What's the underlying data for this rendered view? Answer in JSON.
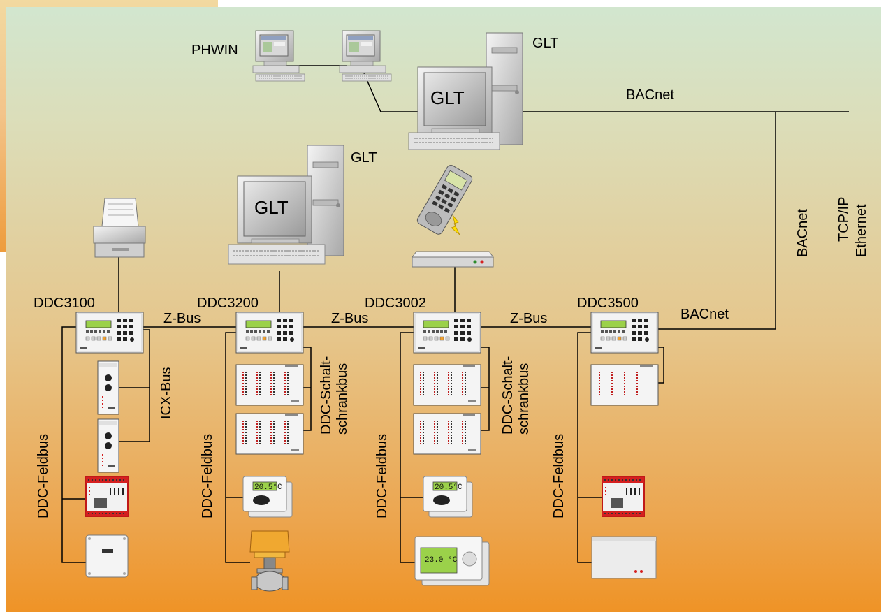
{
  "colors": {
    "accent": "#ef9326",
    "lcd": "#9bd14a",
    "alarm": "#d42020",
    "line": "#000000"
  },
  "labels": {
    "phwin": "PHWIN",
    "glt_top": "GLT",
    "glt_mid": "GLT",
    "glt_screen_top": "GLT",
    "glt_screen_mid": "GLT",
    "bacnet_top": "BACnet",
    "bacnet_vert": "BACnet",
    "tcpip": "TCP/IP",
    "ethernet": "Ethernet",
    "bacnet_ddc": "BACnet"
  },
  "controllers": [
    {
      "name": "DDC3100"
    },
    {
      "name": "DDC3200"
    },
    {
      "name": "DDC3002"
    },
    {
      "name": "DDC3500"
    }
  ],
  "buses": {
    "zbus_1": "Z-Bus",
    "zbus_2": "Z-Bus",
    "zbus_3": "Z-Bus",
    "icx_bus": "ICX-Bus",
    "feldbus_1": "DDC-Feldbus",
    "feldbus_2": "DDC-Feldbus",
    "feldbus_3": "DDC-Feldbus",
    "feldbus_4": "DDC-Feldbus",
    "schalt_1_line1": "DDC-Schalt-",
    "schalt_1_line2": "schrankbus",
    "schalt_2_line1": "DDC-Schalt-",
    "schalt_2_line2": "schrankbus"
  },
  "device_displays": {
    "room_unit_1": "20.5°C",
    "room_unit_2": "20.5°C",
    "display_unit": "23.0 °C"
  },
  "icons": [
    "pc-icon",
    "server-icon",
    "printer-icon",
    "mobile-phone-icon",
    "modem-icon",
    "controller-icon",
    "io-module-icon",
    "room-unit-icon",
    "valve-actuator-icon"
  ]
}
